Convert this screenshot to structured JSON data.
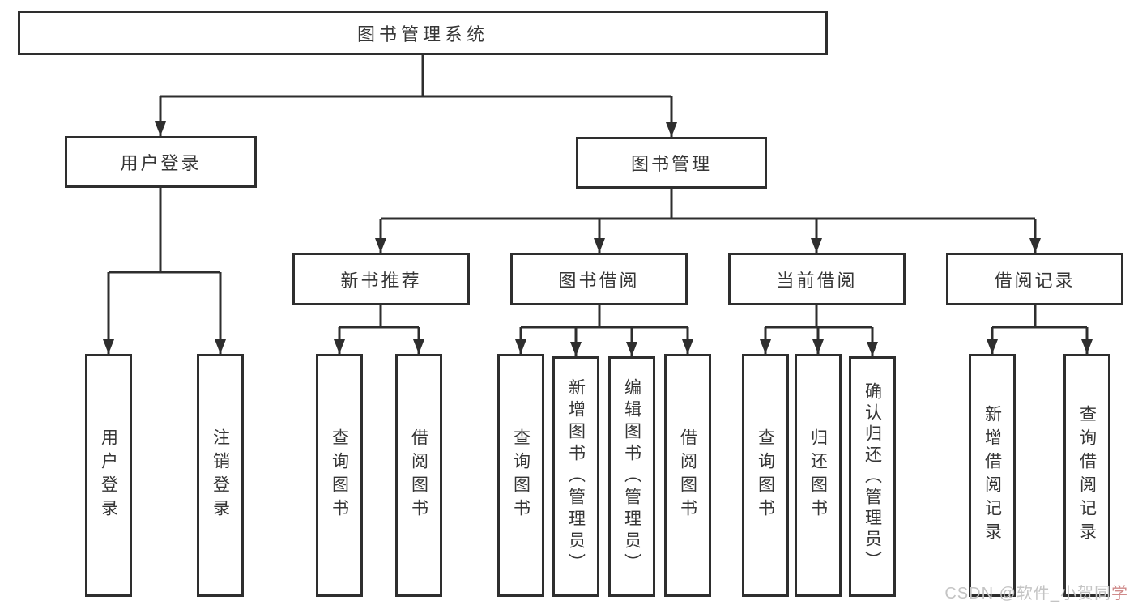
{
  "tree": {
    "label": "图书管理系统",
    "children": [
      {
        "label": "用户登录",
        "children": [
          {
            "label": "用户登录"
          },
          {
            "label": "注销登录"
          }
        ]
      },
      {
        "label": "图书管理",
        "children": [
          {
            "label": "新书推荐",
            "children": [
              {
                "label": "查询图书"
              },
              {
                "label": "借阅图书"
              }
            ]
          },
          {
            "label": "图书借阅",
            "children": [
              {
                "label": "查询图书"
              },
              {
                "label": "新增图书（管理员）"
              },
              {
                "label": "编辑图书（管理员）"
              },
              {
                "label": "借阅图书"
              }
            ]
          },
          {
            "label": "当前借阅",
            "children": [
              {
                "label": "查询图书"
              },
              {
                "label": "归还图书"
              },
              {
                "label": "确认归还（管理员）"
              }
            ]
          },
          {
            "label": "借阅记录",
            "children": [
              {
                "label": "新增借阅记录"
              },
              {
                "label": "查询借阅记录"
              }
            ]
          }
        ]
      }
    ]
  },
  "watermark": {
    "text": "CSDN @软件_小贺同学"
  },
  "colors": {
    "line": "#2e2e2e",
    "text": "#363636",
    "watermark": "#c4c4c4",
    "watermark_accent": "#cf8a8a"
  }
}
